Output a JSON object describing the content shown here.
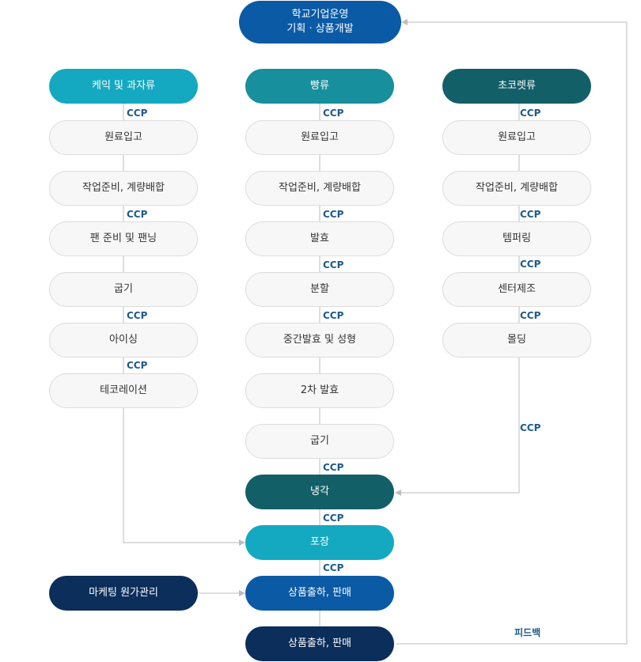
{
  "title": {
    "line1": "학교기업운영",
    "line2": "기획 · 상품개발",
    "color": "#0b5aa6"
  },
  "columns": {
    "cake": {
      "header": "케익 및 과자류",
      "header_color": "#14a9c0",
      "steps": [
        "원료입고",
        "작업준비, 계량배합",
        "팬 준비 및 팬닝",
        "굽기",
        "아이싱",
        "테코레이션"
      ]
    },
    "bread": {
      "header": "빵류",
      "header_color": "#178f9c",
      "steps": [
        "원료입고",
        "작업준비, 계량배합",
        "발효",
        "분할",
        "중간발효 및 성형",
        "2차 발효",
        "굽기"
      ]
    },
    "choco": {
      "header": "초코렛류",
      "header_color": "#135f68",
      "steps": [
        "원료입고",
        "작업준비, 계량배합",
        "템퍼링",
        "센터제조",
        "몰딩"
      ]
    }
  },
  "shared": {
    "cooling": {
      "label": "냉각",
      "color": "#135f68"
    },
    "packaging": {
      "label": "포장",
      "color": "#14a9c0"
    },
    "shipping": {
      "label": "상품출하, 판매",
      "color": "#0b5aa6"
    },
    "sales": {
      "label": "상품출하, 판매",
      "color": "#0b2e5a"
    },
    "marketing": {
      "label": "마케팅 원가관리",
      "color": "#0b2e5a"
    }
  },
  "ccp_label": "CCP",
  "feedback_label": "피드백",
  "line_color": "#bdbdbd"
}
